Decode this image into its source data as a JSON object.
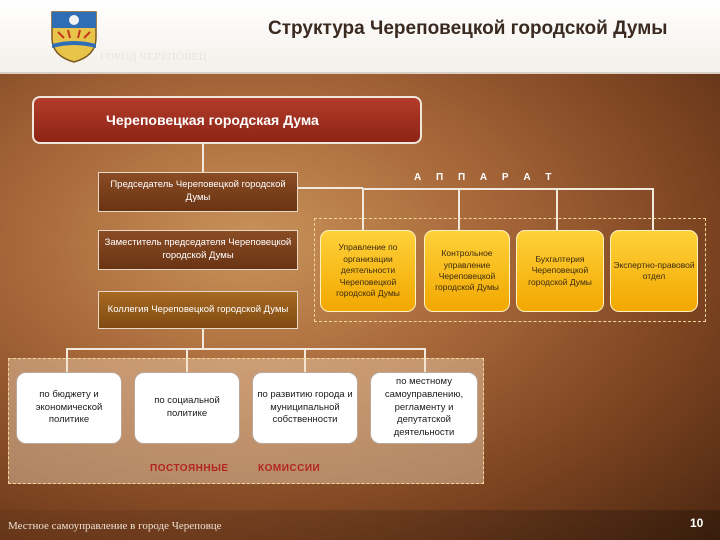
{
  "header": {
    "title": "Структура Череповецкой городской Думы",
    "city_name": "ГОРОД ЧЕРЕПОВЕЦ"
  },
  "duma": {
    "label": "Череповецкая городская Дума"
  },
  "leadership": {
    "chairman": "Председатель Череповецкой городской Думы",
    "deputy": "Заместитель председателя Череповецкой городской Думы",
    "collegium": "Коллегия Череповецкой городской Думы"
  },
  "apparatus": {
    "label": "А П П А Р А Т",
    "units": [
      "Управление по организации деятельности Череповецкой городской Думы",
      "Контрольное управление Череповецкой городской Думы",
      "Бухгалтерия Череповецкой городской Думы",
      "Экспертно-правовой отдел"
    ]
  },
  "commissions": {
    "label_left": "ПОСТОЯННЫЕ",
    "label_right": "КОМИССИИ",
    "items": [
      "по бюджету и экономической политике",
      "по социальной политике",
      "по развитию города и муниципальной собственности",
      "по местному самоуправлению, регламенту и депутатской деятельности"
    ]
  },
  "footer": {
    "text": "Местное самоуправление в городе Череповце",
    "page": "10"
  },
  "colors": {
    "duma_red": "#a8321f",
    "leadership_brown": "#7a4020",
    "apparatus_yellow": "#f8bd12",
    "commission_label_red": "#b3261e"
  }
}
